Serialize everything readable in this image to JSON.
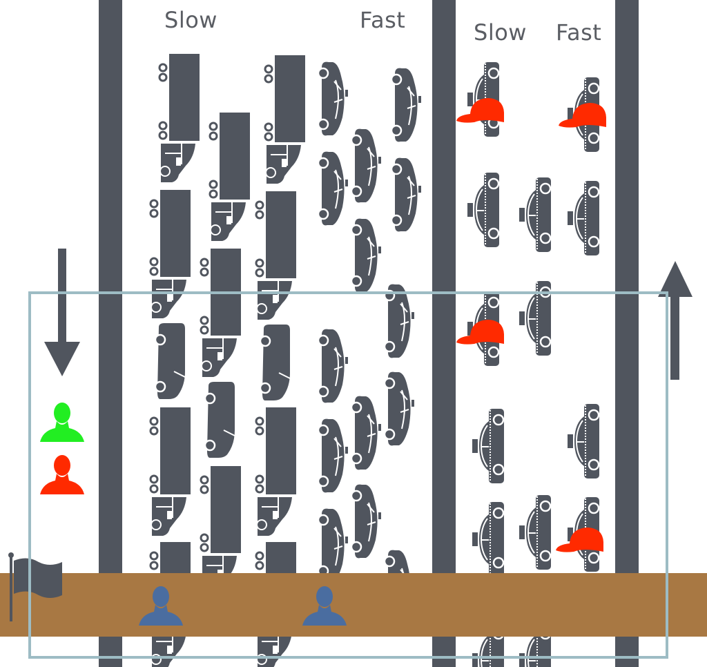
{
  "road_left": {
    "slow_label": "Slow",
    "fast_label": "Fast"
  },
  "road_right": {
    "slow_label": "Slow",
    "fast_label": "Fast"
  },
  "colors": {
    "vehicle": "#50555e",
    "divider": "#50555e",
    "crossing": "#a87843",
    "cap": "#ff2a00",
    "person_green": "#22ee22",
    "person_red": "#ff2a00",
    "person_blue": "#4a6da0",
    "highlight_frame": "#9dbcc4"
  },
  "icons": [
    "truck-icon",
    "van-icon",
    "car-icon",
    "taxi-icon",
    "cap-icon",
    "person-icon",
    "flag-icon",
    "arrow-down-icon",
    "arrow-up-icon"
  ]
}
